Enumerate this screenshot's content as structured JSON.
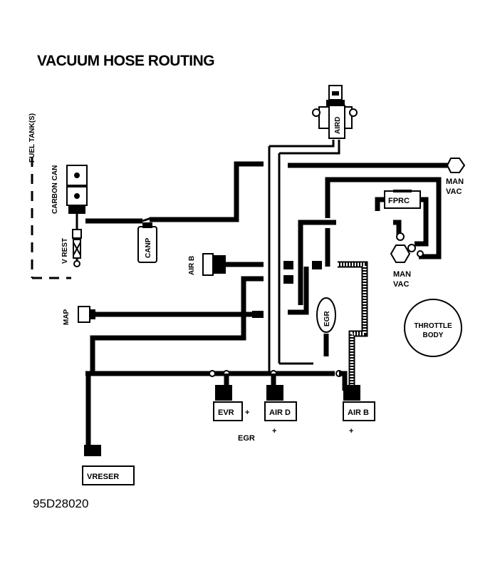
{
  "title": "VACUUM HOSE ROUTING",
  "figure_code": "95D28020",
  "labels": {
    "fuel_tank": "FUEL TANK(S)",
    "carbon_can": "CARBON CAN",
    "v_rest": "V REST",
    "canp": "CANP",
    "air_b_left": "AIR B",
    "map": "MAP",
    "aird_top": "AIRD",
    "man_vac_1_line1": "MAN",
    "man_vac_1_line2": "VAC",
    "fprc": "FPRC",
    "man_vac_2_line1": "MAN",
    "man_vac_2_line2": "VAC",
    "egr_valve": "EGR",
    "throttle_body_line1": "THROTTLE",
    "throttle_body_line2": "BODY",
    "evr": "EVR",
    "air_d": "AIR D",
    "air_b_right": "AIR B",
    "egr_below": "EGR",
    "vreser": "VRESER"
  }
}
